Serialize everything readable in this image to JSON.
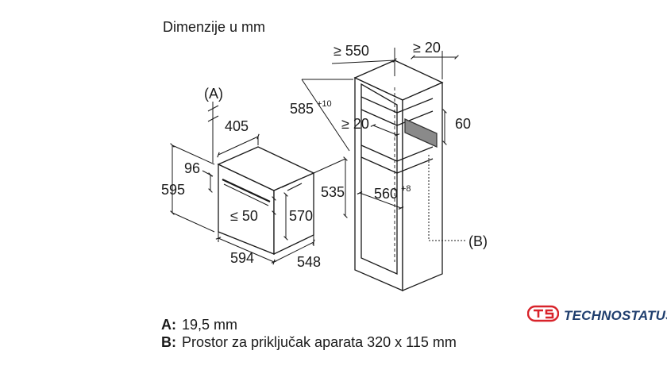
{
  "title": "Dimenzije u mm",
  "dimensions": {
    "oven_depth_top": "405",
    "a_marker": "(A)",
    "dim_96": "96",
    "dim_595": "595",
    "dim_le50": "≤ 50",
    "dim_570": "570",
    "dim_535": "535",
    "dim_594": "594",
    "dim_548": "548",
    "cab_depth": "≥ 550",
    "cab_gap": "≥ 20",
    "cab_585": "585",
    "cab_585_tol": "+10",
    "cab_gap2": "≥ 20",
    "cab_60": "60",
    "cab_560": "560",
    "cab_560_tol": "+8",
    "b_marker": "(B)"
  },
  "notes": [
    {
      "key": "A:",
      "text": "19,5 mm"
    },
    {
      "key": "B:",
      "text": "Prostor za priključak aparata 320 x 115 mm"
    }
  ],
  "brand": {
    "name": "TECHNOSTATUS",
    "logo_icon": "technostatus-logo-icon",
    "color": "#1f3e6e",
    "accent": "#d8232a"
  }
}
